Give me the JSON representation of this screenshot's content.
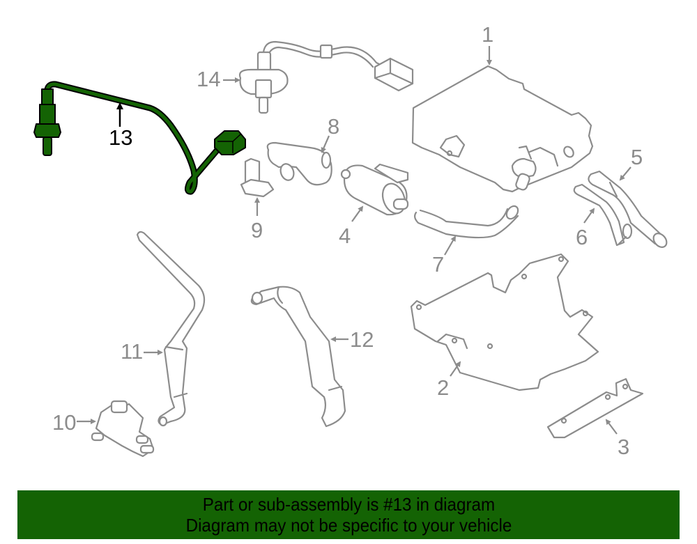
{
  "diagram": {
    "highlighted_part": "13",
    "highlight_color": "#146304",
    "callout_color": "#8c8c8c",
    "callouts": [
      {
        "id": "1",
        "label": "1"
      },
      {
        "id": "2",
        "label": "2"
      },
      {
        "id": "3",
        "label": "3"
      },
      {
        "id": "4",
        "label": "4"
      },
      {
        "id": "5",
        "label": "5"
      },
      {
        "id": "6",
        "label": "6"
      },
      {
        "id": "7",
        "label": "7"
      },
      {
        "id": "8",
        "label": "8"
      },
      {
        "id": "9",
        "label": "9"
      },
      {
        "id": "10",
        "label": "10"
      },
      {
        "id": "11",
        "label": "11"
      },
      {
        "id": "12",
        "label": "12"
      },
      {
        "id": "13",
        "label": "13"
      },
      {
        "id": "14",
        "label": "14"
      }
    ]
  },
  "banner": {
    "line1": "Part or sub-assembly is #13 in diagram",
    "line2": "Diagram may not be specific to your vehicle",
    "background": "#146304"
  }
}
